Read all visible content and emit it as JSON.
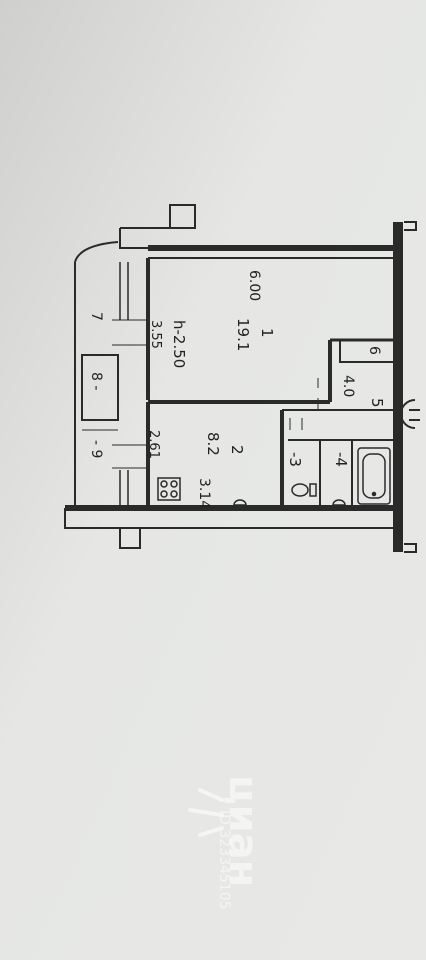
{
  "colors": {
    "paper": "#e4e5e3",
    "ink": "#2a2a2a",
    "watermark": "#ffffff"
  },
  "plan": {
    "rooms": {
      "r1_number": "1",
      "r1_area": "19.1",
      "r1_width": "6.00",
      "r1_height": "h-2.50",
      "r1_depth": "3.55",
      "r2_number": "2",
      "r2_area": "8.2",
      "r2_length": "2.61",
      "r2_width": "3.14",
      "r3": "-3",
      "r4": "-4",
      "r5": "5",
      "r5_area": "4.0",
      "r6": "6",
      "r7": "7",
      "r8": "8 -",
      "r9": "- 9"
    },
    "icons": {
      "stove": "stove-icon",
      "bathtub": "bathtub-icon",
      "toilet": "toilet-icon",
      "sink": "sink-icon"
    }
  },
  "watermark": {
    "brand": "циан",
    "id": "ID 323345105"
  }
}
